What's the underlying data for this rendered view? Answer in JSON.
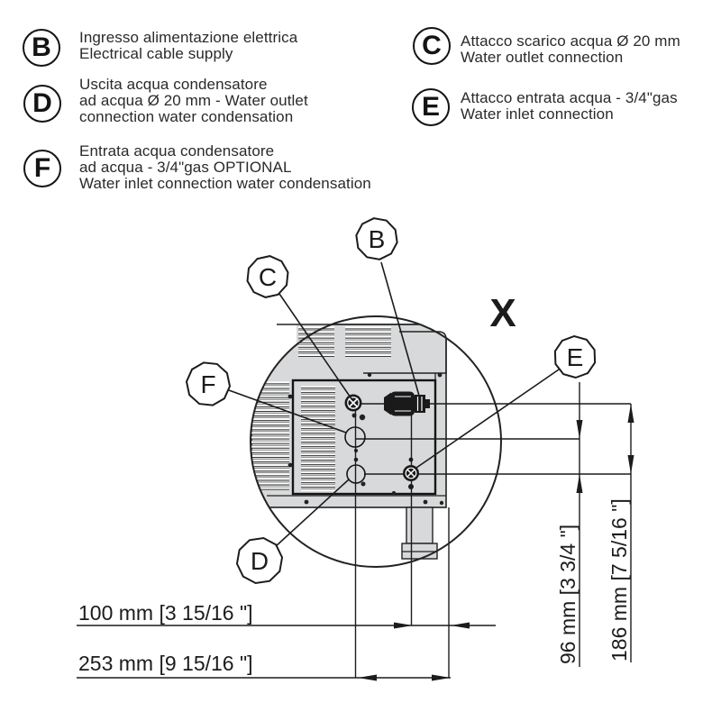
{
  "legend": {
    "b": {
      "letter": "B",
      "text": "Ingresso alimentazione elettrica\nElectrical cable supply"
    },
    "c": {
      "letter": "C",
      "text": "Attacco scarico acqua Ø 20 mm\nWater outlet connection"
    },
    "d": {
      "letter": "D",
      "text": "Uscita acqua condensatore\nad acqua Ø 20 mm - Water outlet\nconnection water condensation"
    },
    "e": {
      "letter": "E",
      "text": "Attacco entrata acqua - 3/4\"gas\nWater inlet connection"
    },
    "f": {
      "letter": "F",
      "text": "Entrata acqua condensatore\nad acqua - 3/4\"gas OPTIONAL\nWater inlet connection water condensation"
    }
  },
  "diagram": {
    "detail_label": "X",
    "balloons": {
      "b": "B",
      "c": "C",
      "d": "D",
      "e": "E",
      "f": "F"
    },
    "dimensions": {
      "h100": "100 mm [3 15/16 \"]",
      "h253": "253 mm [9 15/16 \"]",
      "v96": "96 mm [3 3/4 \"]",
      "v186": "186 mm [7 5/16 \"]"
    }
  },
  "colors": {
    "ink": "#1c1c1c",
    "panel": "#d8d9da"
  }
}
